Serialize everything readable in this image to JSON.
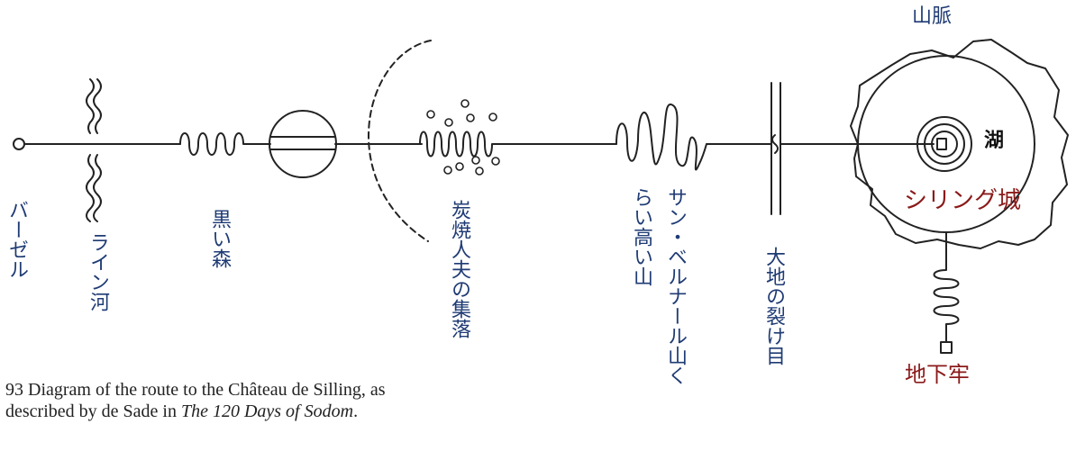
{
  "labels": {
    "basel": "バーゼル",
    "rhine": "ライン河",
    "black_forest": "黒い森",
    "charcoal_village": "炭焼人夫の集落",
    "st_bernard": "サン・ベルナール山く",
    "st_bernard_2": "らい高い山",
    "earth_crack": "大地の裂け目",
    "mountains": "山脈",
    "lake": "湖",
    "castle": "シリング城",
    "dungeon": "地下牢"
  },
  "caption": {
    "part1": "93  Diagram of the route to the Château de Silling, as described by de Sade in ",
    "title": "The 120 Days of Sodom",
    "part2": "."
  },
  "colors": {
    "label_blue": "#1f3b74",
    "label_red": "#8b1a1a",
    "label_black": "#111111",
    "line": "#222222"
  }
}
